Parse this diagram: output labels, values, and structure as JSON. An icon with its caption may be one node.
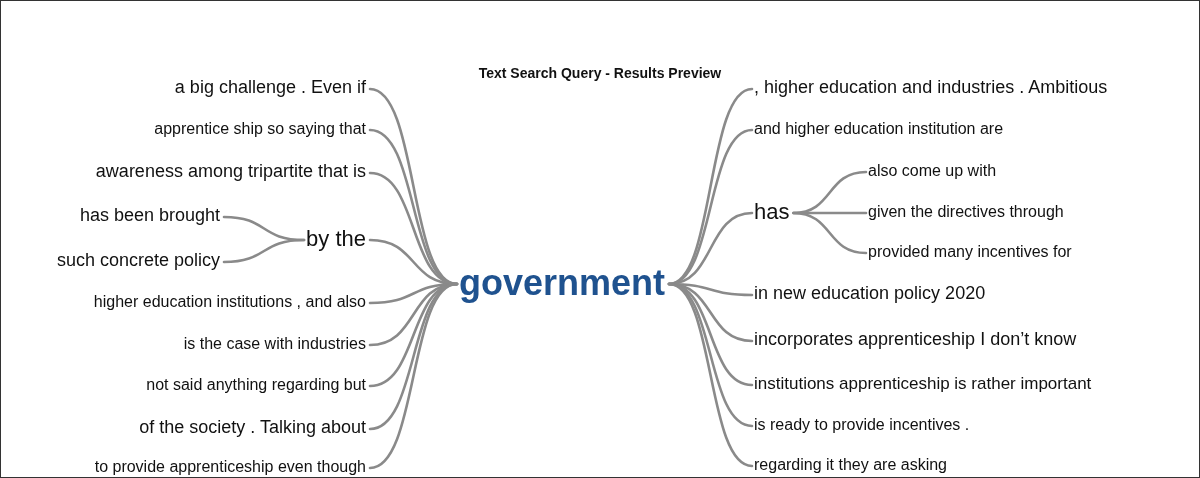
{
  "diagram": {
    "title": "Text Search Query - Results Preview",
    "nodes": [
      {
        "text": [
          "government"
        ]
      },
      {
        "text": [
          "a big challenge . Even if"
        ]
      },
      {
        "text": [
          "apprentice ship so saying that"
        ]
      },
      {
        "text": [
          "awareness among tripartite that is"
        ]
      },
      {
        "text": [
          "has been brought"
        ]
      },
      {
        "text": [
          "such concrete policy"
        ]
      },
      {
        "text": [
          "by the"
        ]
      },
      {
        "text": [
          "higher education institutions , and also"
        ]
      },
      {
        "text": [
          "is the case with industries"
        ]
      },
      {
        "text": [
          "not said anything regarding but"
        ]
      },
      {
        "text": [
          "of the society . Talking about"
        ]
      },
      {
        "text": [
          "to provide apprenticeship even though"
        ]
      },
      {
        "text": [
          ", higher education and industries . Ambitious"
        ]
      },
      {
        "text": [
          "and higher education institution are"
        ]
      },
      {
        "text": [
          "has"
        ]
      },
      {
        "text": [
          "also come up with"
        ]
      },
      {
        "text": [
          "given the directives through"
        ]
      },
      {
        "text": [
          "provided many incentives for"
        ]
      },
      {
        "text": [
          "in new education policy 2020"
        ]
      },
      {
        "text": [
          "incorporates apprenticeship I don’t know"
        ]
      },
      {
        "text": [
          "institutions apprenticeship is rather important"
        ]
      },
      {
        "text": [
          "is ready to provide incentives ."
        ]
      },
      {
        "text": [
          "regarding it they are asking"
        ]
      }
    ],
    "edges": [
      {
        "from": 1,
        "to": 0,
        "arrow": "none"
      },
      {
        "from": 2,
        "to": 0,
        "arrow": "none"
      },
      {
        "from": 3,
        "to": 0,
        "arrow": "none"
      },
      {
        "from": 4,
        "to": 6,
        "arrow": "none"
      },
      {
        "from": 5,
        "to": 6,
        "arrow": "none"
      },
      {
        "from": 6,
        "to": 0,
        "arrow": "none"
      },
      {
        "from": 7,
        "to": 0,
        "arrow": "none"
      },
      {
        "from": 8,
        "to": 0,
        "arrow": "none"
      },
      {
        "from": 9,
        "to": 0,
        "arrow": "none"
      },
      {
        "from": 10,
        "to": 0,
        "arrow": "none"
      },
      {
        "from": 11,
        "to": 0,
        "arrow": "none"
      },
      {
        "from": 0,
        "to": 12,
        "arrow": "none"
      },
      {
        "from": 0,
        "to": 13,
        "arrow": "none"
      },
      {
        "from": 0,
        "to": 14,
        "arrow": "none"
      },
      {
        "from": 14,
        "to": 15,
        "arrow": "none"
      },
      {
        "from": 14,
        "to": 16,
        "arrow": "none"
      },
      {
        "from": 14,
        "to": 17,
        "arrow": "none"
      },
      {
        "from": 0,
        "to": 18,
        "arrow": "none"
      },
      {
        "from": 0,
        "to": 19,
        "arrow": "none"
      },
      {
        "from": 0,
        "to": 20,
        "arrow": "none"
      },
      {
        "from": 0,
        "to": 21,
        "arrow": "none"
      },
      {
        "from": 0,
        "to": 22,
        "arrow": "none"
      }
    ]
  }
}
